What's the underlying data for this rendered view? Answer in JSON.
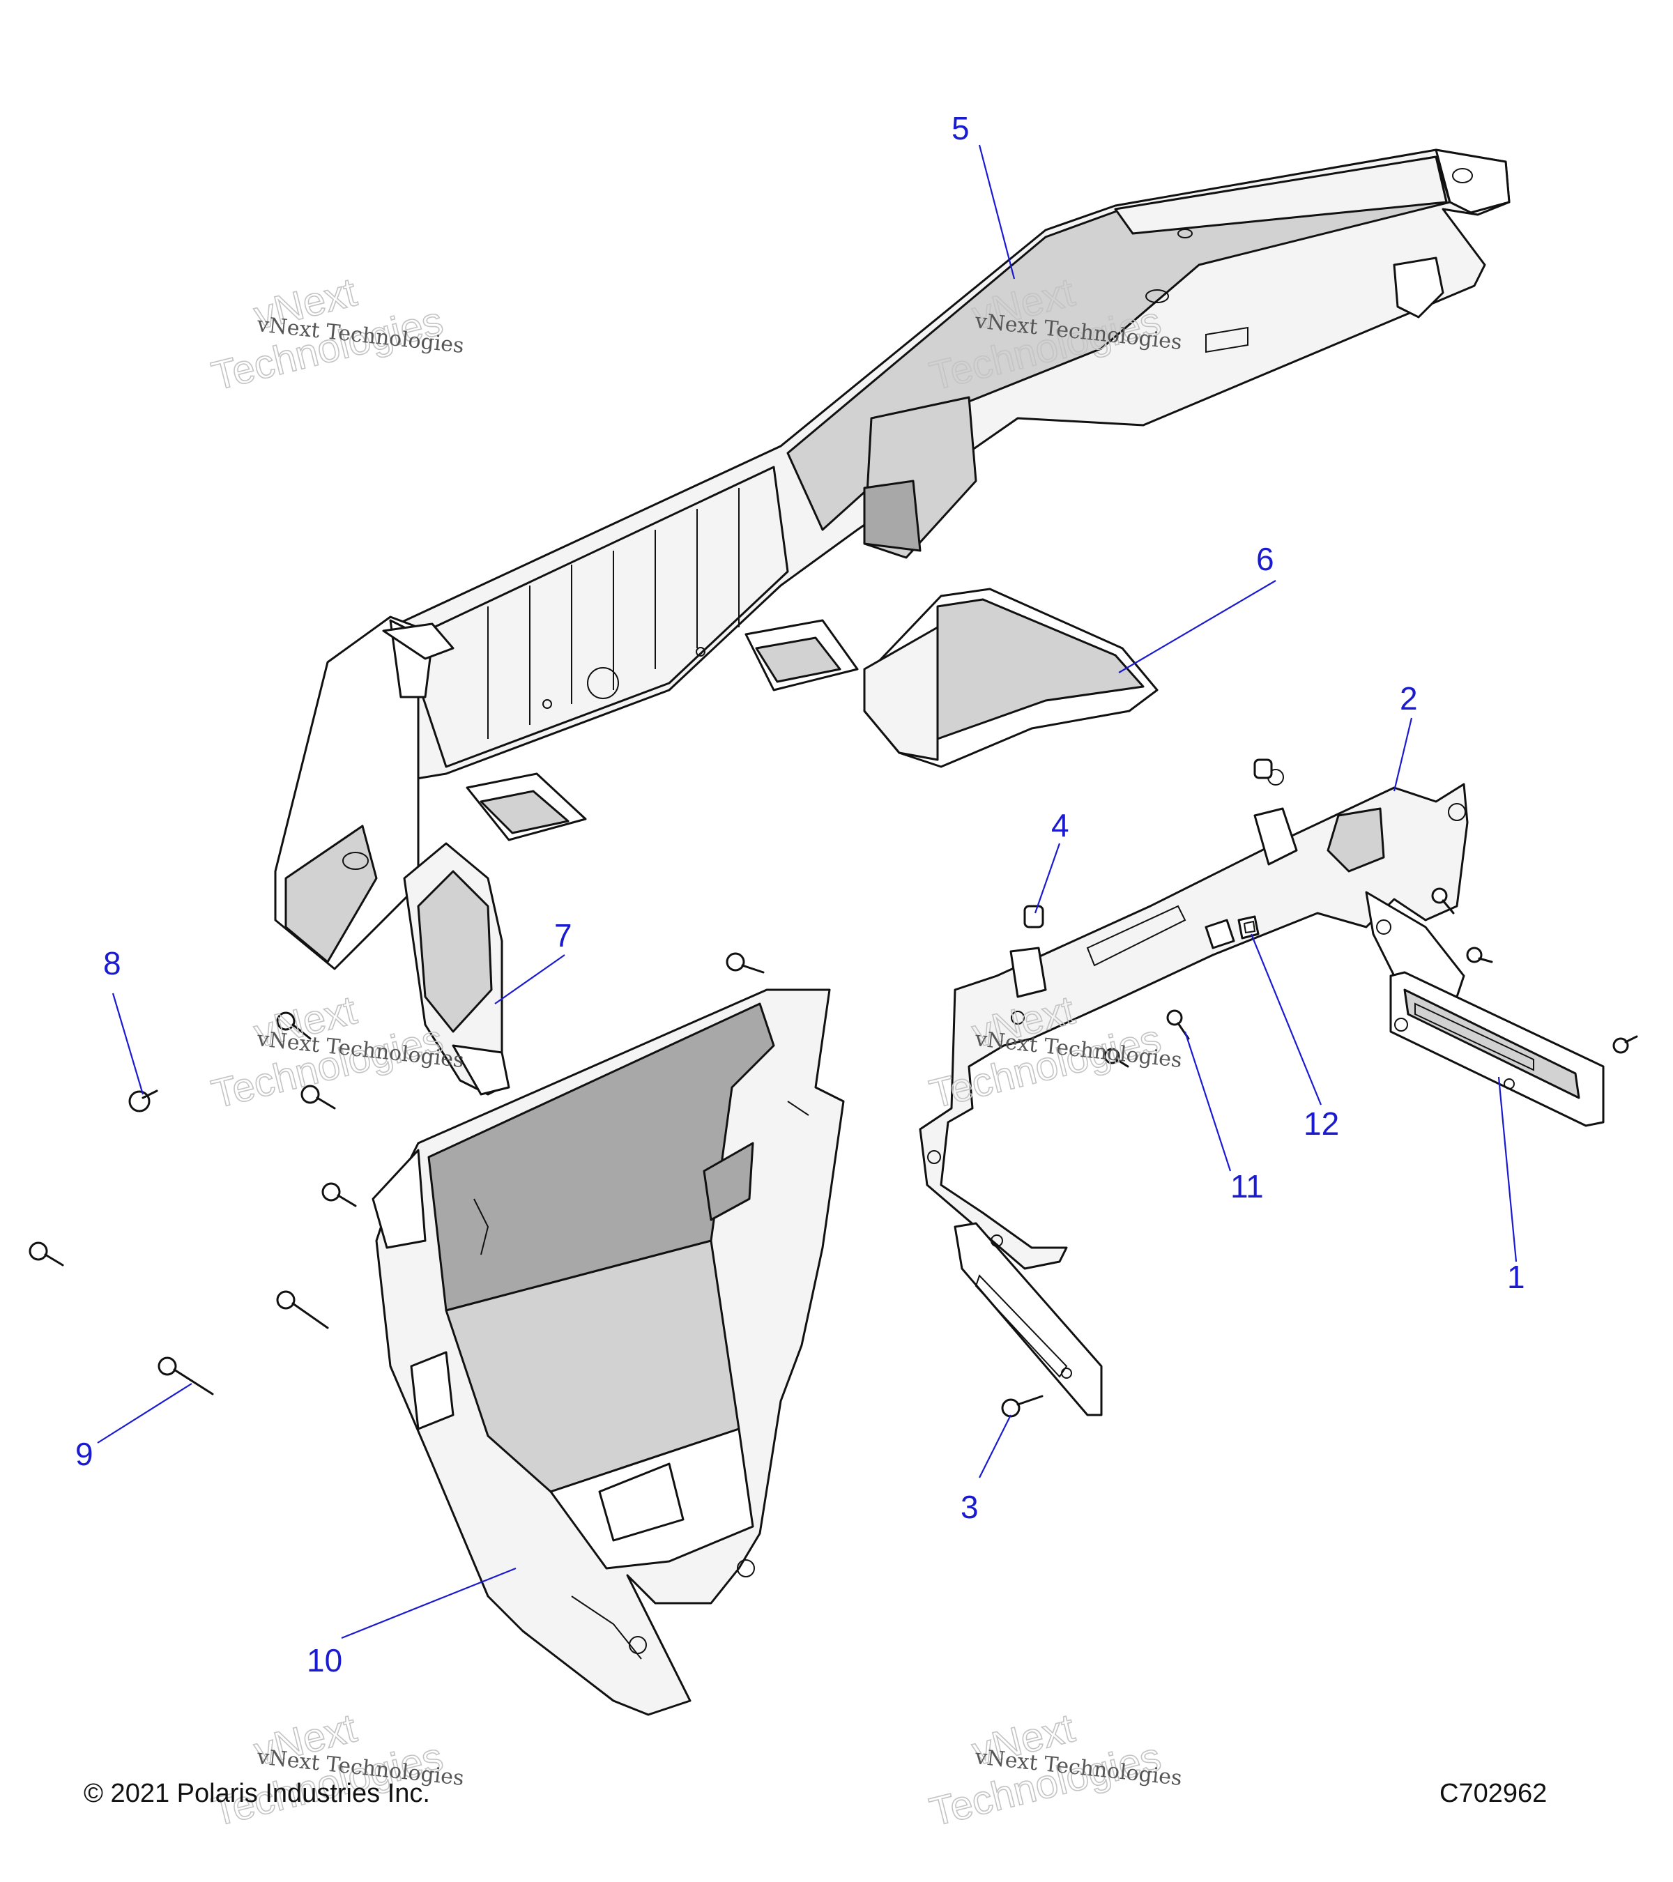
{
  "diagram": {
    "callouts": [
      {
        "id": "1",
        "label": "1"
      },
      {
        "id": "2",
        "label": "2"
      },
      {
        "id": "3",
        "label": "3"
      },
      {
        "id": "4",
        "label": "4"
      },
      {
        "id": "5",
        "label": "5"
      },
      {
        "id": "6",
        "label": "6"
      },
      {
        "id": "7",
        "label": "7"
      },
      {
        "id": "8",
        "label": "8"
      },
      {
        "id": "9",
        "label": "9"
      },
      {
        "id": "10",
        "label": "10"
      },
      {
        "id": "11",
        "label": "11"
      },
      {
        "id": "12",
        "label": "12"
      }
    ],
    "watermark": {
      "line1": "vNext",
      "line2": "Technologies",
      "line3": "vNext Technologies"
    }
  },
  "footer": {
    "copyright": "© 2021 Polaris Industries Inc.",
    "diagram_code": "C702962"
  },
  "colors": {
    "callout": "#1a1ad0",
    "outline": "#111111",
    "shade_light": "#f4f4f4",
    "shade_mid": "#d2d2d2",
    "shade_dark": "#a8a8a8"
  }
}
